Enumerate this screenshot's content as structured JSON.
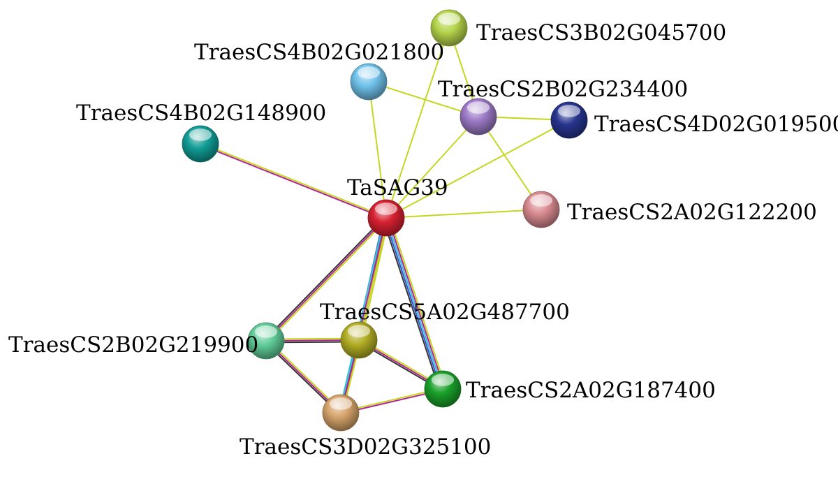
{
  "nodes": [
    {
      "id": "tasag39",
      "label": "TaSAG39",
      "color": "#d62030"
    },
    {
      "id": "g3b045700",
      "label": "TraesCS3B02G045700",
      "color": "#b5d44a"
    },
    {
      "id": "g4b021800",
      "label": "TraesCS4B02G021800",
      "color": "#6fc1ea"
    },
    {
      "id": "g2b234400",
      "label": "TraesCS2B02G234400",
      "color": "#9c7ac6"
    },
    {
      "id": "g4d019500",
      "label": "TraesCS4D02G019500",
      "color": "#27358e"
    },
    {
      "id": "g4b148900",
      "label": "TraesCS4B02G148900",
      "color": "#119c95"
    },
    {
      "id": "g2a122200",
      "label": "TraesCS2A02G122200",
      "color": "#d88a90"
    },
    {
      "id": "g5a487700",
      "label": "TraesCS5A02G487700",
      "color": "#b2ad24"
    },
    {
      "id": "g2b219900",
      "label": "TraesCS2B02G219900",
      "color": "#5fcc98"
    },
    {
      "id": "g2a187400",
      "label": "TraesCS2A02G187400",
      "color": "#1aa02a"
    },
    {
      "id": "g3d325100",
      "label": "TraesCS3D02G325100",
      "color": "#d5a36a"
    }
  ],
  "edges": [
    {
      "source": "g3b045700",
      "target": "g2b234400",
      "evidence": [
        "#c5d621"
      ]
    },
    {
      "source": "g3b045700",
      "target": "tasag39",
      "evidence": [
        "#c5d621"
      ]
    },
    {
      "source": "g4b021800",
      "target": "g2b234400",
      "evidence": [
        "#c5d621"
      ]
    },
    {
      "source": "g4b021800",
      "target": "tasag39",
      "evidence": [
        "#c5d621"
      ]
    },
    {
      "source": "g2b234400",
      "target": "g4d019500",
      "evidence": [
        "#c5d621"
      ]
    },
    {
      "source": "g2b234400",
      "target": "tasag39",
      "evidence": [
        "#c5d621"
      ]
    },
    {
      "source": "g2b234400",
      "target": "g2a122200",
      "evidence": [
        "#c5d621"
      ]
    },
    {
      "source": "g4d019500",
      "target": "tasag39",
      "evidence": [
        "#c5d621"
      ]
    },
    {
      "source": "tasag39",
      "target": "g2a122200",
      "evidence": [
        "#c5d621"
      ]
    },
    {
      "source": "g4b148900",
      "target": "tasag39",
      "evidence": [
        "#c5d621",
        "#b0268f"
      ]
    },
    {
      "source": "tasag39",
      "target": "g2b219900",
      "evidence": [
        "#c5d621",
        "#b0268f",
        "#333333"
      ]
    },
    {
      "source": "tasag39",
      "target": "g5a487700",
      "evidence": [
        "#c5d621",
        "#b0268f",
        "#35c1d8",
        "#3454d1"
      ]
    },
    {
      "source": "tasag39",
      "target": "g2a187400",
      "evidence": [
        "#c5d621",
        "#b0268f",
        "#35c1d8",
        "#3454d1",
        "#333333"
      ]
    },
    {
      "source": "tasag39",
      "target": "g3d325100",
      "evidence": [
        "#c5d621",
        "#b0268f",
        "#35c1d8"
      ]
    },
    {
      "source": "g2b219900",
      "target": "g5a487700",
      "evidence": [
        "#c5d621",
        "#b0268f",
        "#333333"
      ]
    },
    {
      "source": "g2b219900",
      "target": "g3d325100",
      "evidence": [
        "#c5d621",
        "#b0268f",
        "#333333"
      ]
    },
    {
      "source": "g5a487700",
      "target": "g2a187400",
      "evidence": [
        "#c5d621",
        "#b0268f",
        "#333333"
      ]
    },
    {
      "source": "g5a487700",
      "target": "g3d325100",
      "evidence": [
        "#c5d621",
        "#b0268f",
        "#35c1d8"
      ]
    },
    {
      "source": "g3d325100",
      "target": "g2a187400",
      "evidence": [
        "#c5d621",
        "#b0268f"
      ]
    }
  ]
}
